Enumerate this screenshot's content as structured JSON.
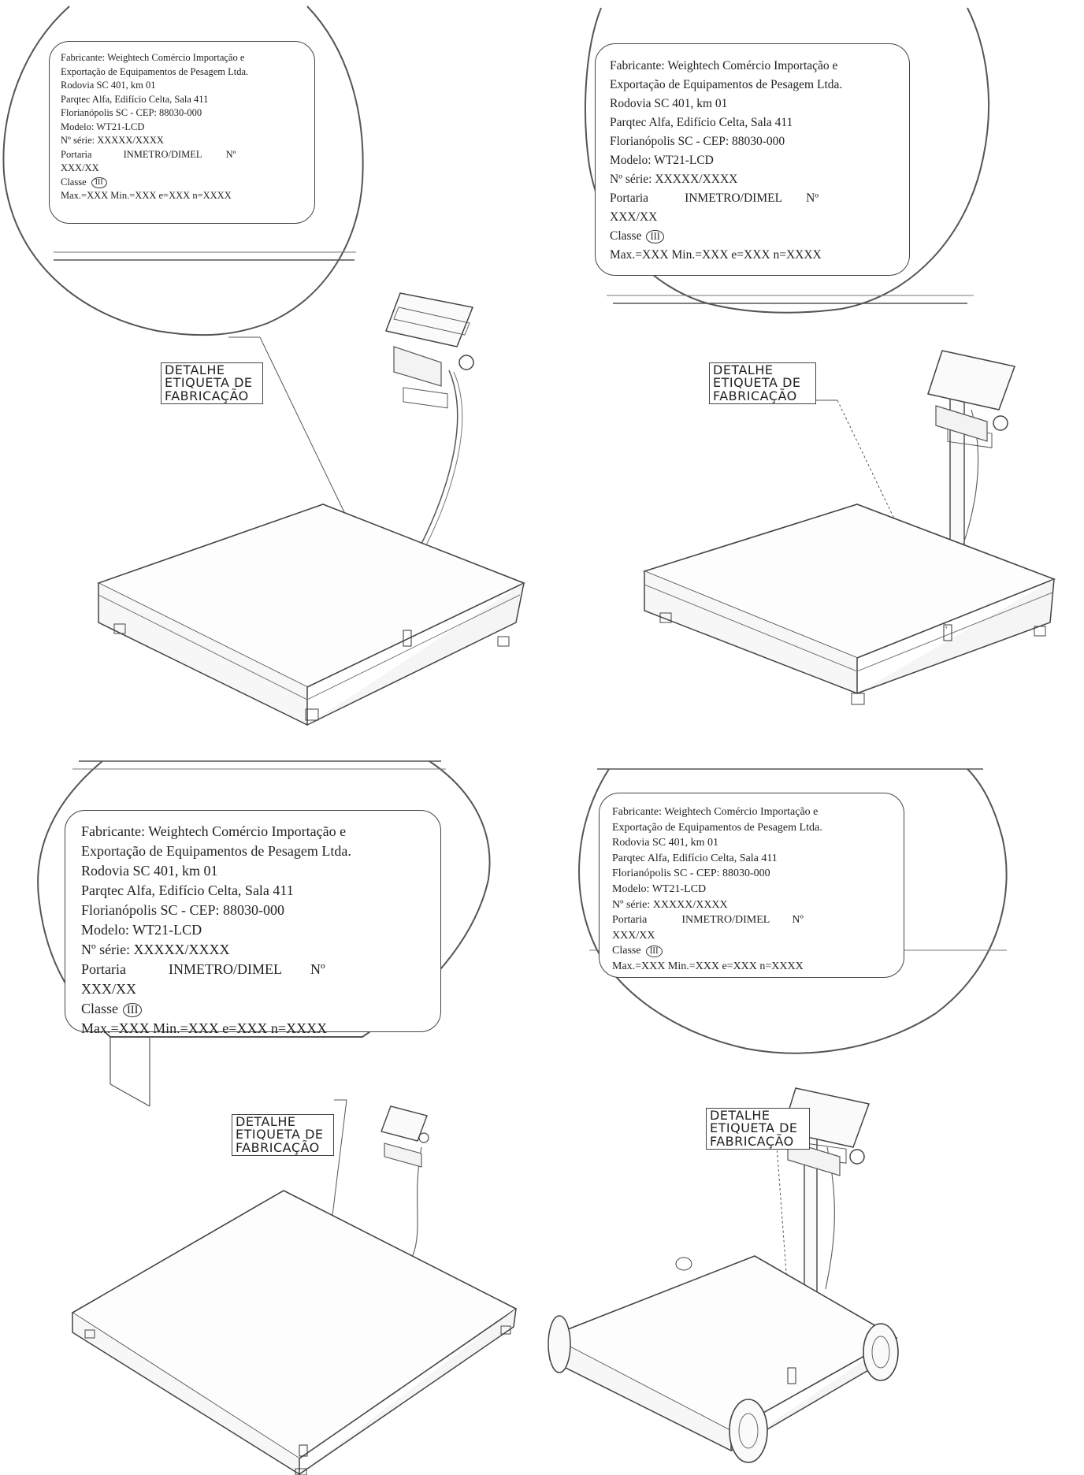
{
  "label": {
    "line1": "Fabricante: Weightech Comércio Importação e",
    "line2": "Exportação de Equipamentos de Pesagem Ltda.",
    "line3": "Rodovia SC 401, km 01",
    "line4": "Parqtec Alfa, Edifício Celta, Sala 411",
    "line5": "Florianópolis SC - CEP: 88030-000",
    "line6": "Modelo: WT21-LCD",
    "line7": "Nº série: XXXXX/XXXX",
    "line8_a": "Portaria",
    "line8_b": "INMETRO/DIMEL",
    "line8_c": "Nº",
    "line9": "XXX/XX",
    "line10": "Classe",
    "class_symbol": "III",
    "line11": "Max.=XXX  Min.=XXX  e=XXX  n=XXXX"
  },
  "callout": {
    "line1": "DETALHE",
    "line2": "ETIQUETA DE",
    "line3": "FABRICAÇÃO"
  },
  "icons": {
    "scale": "platform-scale-icon",
    "indicator": "weighing-indicator-icon",
    "class_mark": "accuracy-class-symbol-icon"
  }
}
